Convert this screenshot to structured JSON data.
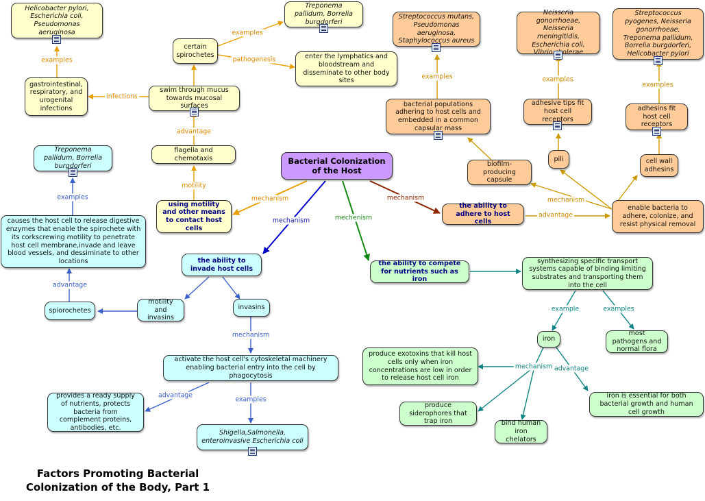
{
  "title": "Factors Promoting Bacterial Colonization of the Body, Part 1",
  "colors": {
    "motility": "#e8a000",
    "adhere": "#cc9900",
    "invade": "#3a5fcd",
    "compete": "#118585",
    "root_fill": "#cc99ff"
  },
  "nodes": {
    "root": "Bacterial Colonization of the Host",
    "motility_main": "using motility and other means to contact host cells",
    "flagella": "flagella and chemotaxis",
    "swim": "swim through mucus towards mucosal surfaces",
    "certain_spirochetes": "certain spirochetes",
    "treponema_ex1": "Treponema pallidum, Borrelia burgdorferi",
    "lymph": "enter the lymphatics and bloodstream and disseminate to other body sites",
    "gi": "gastrointestinal, respiratory, and urogenital infections",
    "helico_ex": "Helicobacter pylori, Escherichia coli, Pseudomonas aeruginosa",
    "adhere_main": "the ability to adhere to host cells",
    "enable": "enable bacteria to adhere, colonize, and resist physical removal",
    "biofilm": "biofilm-producing capsule",
    "bact_pop": "bacterial populations adhering to host cells and embedded in a common capsular mass",
    "strep_ex": "Streptococcus mutans, Pseudomonas aeruginosa, Staphylococcus aureus",
    "pili": "pili",
    "adhesive_tips": "adhesive tips fit host cell receptors",
    "neisseria_ex": "Neisseria gonorrhoeae, Neisseria meningitidis, Escherichia coli, Vibrio cholerae",
    "cell_wall": "cell wall adhesins",
    "adhesins_fit": "adhesins fit host cell receptors",
    "strep_pyo_ex": "Streptococcus pyogenes, Neisseria gonorrhoeae, Treponema pallidum, Borrelia burgdorferi, Helicobacter pylori",
    "invade_main": "the ability to invade host cells",
    "motility_invasins": "motility and invasins",
    "invasins": "invasins",
    "spiorochetes": "spiorochetes",
    "causes": "causes the host cell to release digestive enzymes that enable the spirochete with its corkscrewing motility to penetrate host cell membrane,invade and leave blood vessels, and dessiminate to other locations",
    "treponema_ex2": "Treponema pallidum, Borrelia burgdorferi",
    "activate": "activate the host cell's cytoskeletal machinery enabling bacterial entry into the cell by phagocytosis",
    "provides": "provides a ready supply of nutrients, protects bacteria from complement proteins, antibodies, etc.",
    "shigella_ex": "Shigella,Salmonella, enteroinvasive Escherichia coli",
    "compete_main": "the ability to compete for nutrients such as iron",
    "synth": "synthesizing specific transport systems capable of binding limiting substrates and transporting them into the cell",
    "iron": "iron",
    "most_pathogens": "most pathogens and normal flora",
    "exotoxins": "produce exotoxins that kill host cells only when iron concentrations are low in order to release host cell iron",
    "siderophores": "produce siderophores that trap iron",
    "bind_iron": "bind human iron chelators",
    "iron_essential": "iron is essential for both bacterial growth and human cell growth"
  },
  "labels": {
    "mech_motility": "mechanism",
    "mech_invade": "mechanism",
    "mech_compete": "mechenism",
    "mech_adhere": "mechanism",
    "motility": "motility",
    "advantage_flagella": "advantage",
    "infections": "infections",
    "examples_gi": "examples",
    "examples_spiro": "examples",
    "pathogenesis": "pathogenesis",
    "advantage_adhere": "advantage",
    "mech_enable": "mechanism",
    "examples_bact": "examples",
    "examples_tips": "examples",
    "examples_adhesins": "examples",
    "examples_causes": "examples",
    "advantage_spiro": "advantage",
    "mech_invasins": "mechanism",
    "advantage_activate": "advantage",
    "examples_activate": "examples",
    "example_iron": "example",
    "examples_synth": "examples",
    "mech_iron": "mechanism",
    "advantage_iron": "advantage"
  }
}
